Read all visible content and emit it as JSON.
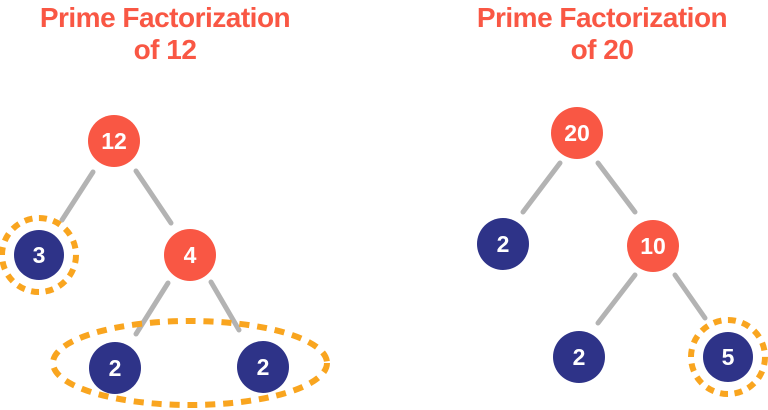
{
  "diagram": {
    "colors": {
      "composite_node": "#F95744",
      "prime_node": "#2E3388",
      "highlight_dash": "#F9A51F",
      "edge_line": "#B3B3B3",
      "title_text": "#F95744",
      "node_text": "#FFFFFF",
      "background": "#FFFFFF"
    },
    "trees": [
      {
        "title_line1": "Prime Factorization",
        "title_line2": "of 12",
        "nodes": [
          {
            "value": "12",
            "kind": "composite",
            "circled": false
          },
          {
            "value": "3",
            "kind": "prime",
            "circled": true
          },
          {
            "value": "4",
            "kind": "composite",
            "circled": false
          },
          {
            "value": "2",
            "kind": "prime",
            "circled": true
          },
          {
            "value": "2",
            "kind": "prime",
            "circled": true
          }
        ]
      },
      {
        "title_line1": "Prime Factorization",
        "title_line2": "of 20",
        "nodes": [
          {
            "value": "20",
            "kind": "composite",
            "circled": false
          },
          {
            "value": "2",
            "kind": "prime",
            "circled": false
          },
          {
            "value": "10",
            "kind": "composite",
            "circled": false
          },
          {
            "value": "2",
            "kind": "prime",
            "circled": false
          },
          {
            "value": "5",
            "kind": "prime",
            "circled": true
          }
        ]
      }
    ]
  }
}
